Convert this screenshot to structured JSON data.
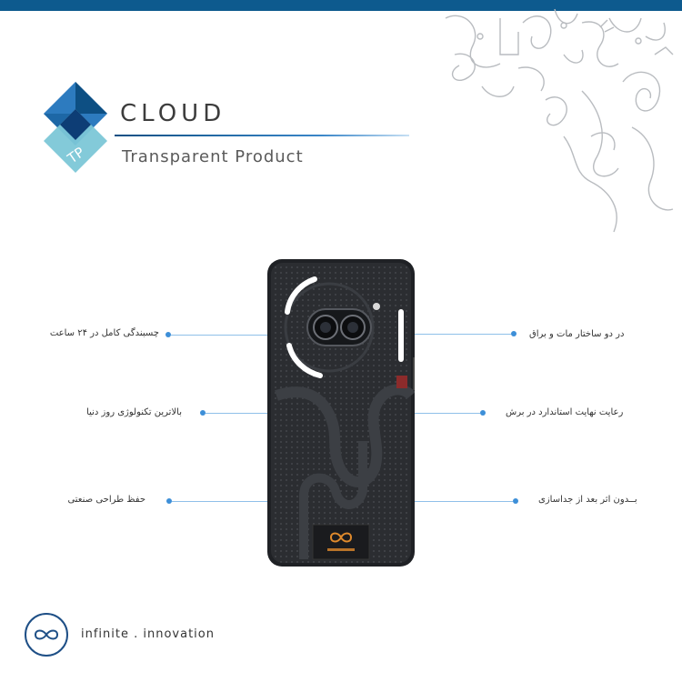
{
  "brand": {
    "logo_badge": "TP",
    "title": "CLOUD",
    "subtitle": "Transparent Product"
  },
  "features": {
    "left": [
      "چسبندگی کامل در ۲۴ ساعت",
      "بالاترین تکنولوژی روز دنیا",
      "حفظ طراحی صنعتی"
    ],
    "right": [
      "در دو ساختار مات و براق",
      "رعایت نهایت استاندارد در برش",
      "بــدون اثر بعد از جداسازی"
    ]
  },
  "footer": {
    "tagline": "infinite . innovation"
  },
  "colors": {
    "header_bar": "#0d5a8e",
    "logo_dark": "#0d4f83",
    "logo_mid": "#2d7bbf",
    "logo_light": "#7cc7d7",
    "callout_line": "#8fc0e9",
    "callout_dot": "#3d8fd8",
    "phone_body": "#2b2d31",
    "glyph_light": "#ffffff",
    "accent_orange": "#e08a2c"
  },
  "icons": {
    "footer": "infinity-icon",
    "ornament": "line-art-ornament"
  }
}
